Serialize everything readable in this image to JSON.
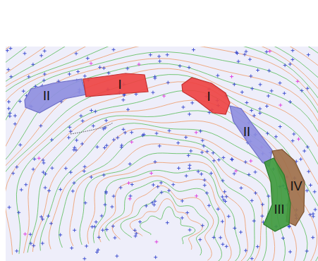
{
  "diagram": {
    "nodes": [
      {
        "text": [
          "II"
        ]
      },
      {
        "text": [
          "I"
        ]
      },
      {
        "text": [
          "I"
        ]
      },
      {
        "text": [
          "II"
        ]
      },
      {
        "text": [
          "IV"
        ]
      },
      {
        "text": [
          "III"
        ]
      }
    ]
  }
}
